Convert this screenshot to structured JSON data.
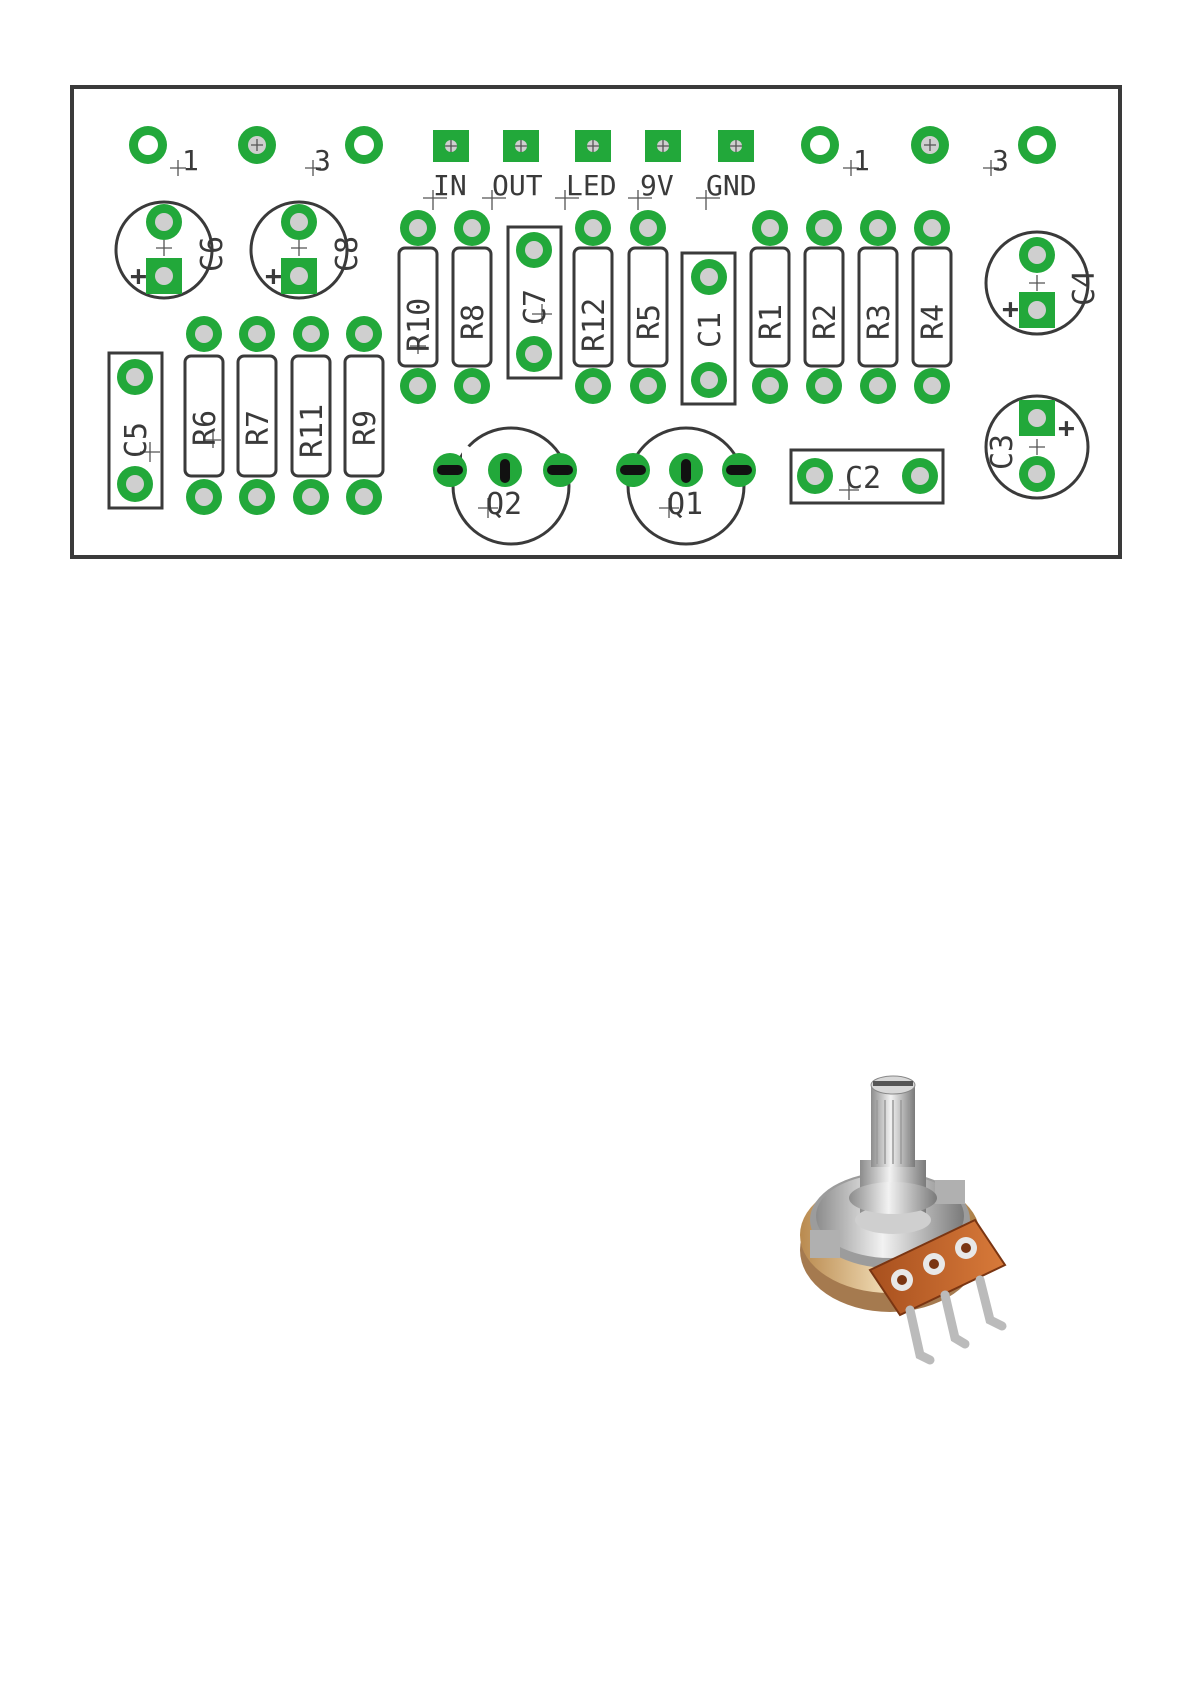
{
  "colors": {
    "copper": "#22a83a",
    "silk": "#3a3a3a",
    "drill": "#cfcfcf"
  },
  "pots": [
    {
      "left": "1",
      "right": "3"
    },
    {
      "left": "1",
      "right": "3"
    }
  ],
  "header": [
    "IN",
    "OUT",
    "LED",
    "9V",
    "GND"
  ],
  "resistors_top": [
    "R10",
    "R8",
    "R12",
    "R5",
    "R1",
    "R2",
    "R3",
    "R4"
  ],
  "resistors_bottom": [
    "R6",
    "R7",
    "R11",
    "R9"
  ],
  "film_caps": [
    "C7",
    "C1",
    "C5",
    "C2"
  ],
  "electrolytic_caps": [
    "C6",
    "C8",
    "C4",
    "C3"
  ],
  "polarity_mark": "+",
  "transistors": [
    "Q2",
    "Q1"
  ],
  "photo": {
    "subject": "potentiometer",
    "icon": "potentiometer-photo-icon"
  }
}
